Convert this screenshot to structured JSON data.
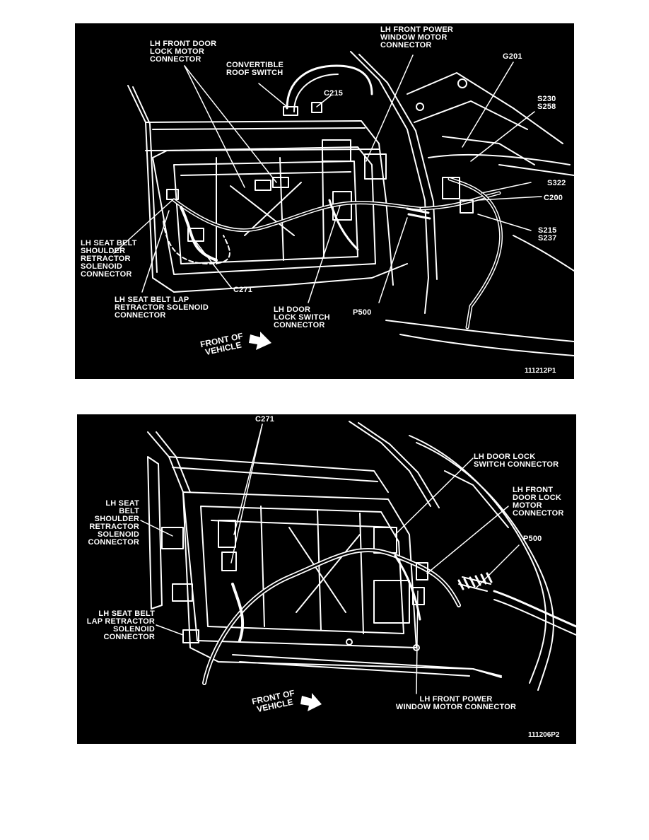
{
  "figures": [
    {
      "id": "111212P1",
      "labels": {
        "lh_front_door_lock_motor": "LH FRONT DOOR\nLOCK MOTOR\nCONNECTOR",
        "convertible_roof_switch": "CONVERTIBLE\nROOF SWITCH",
        "c215": "C215",
        "lh_front_power_window": "LH FRONT POWER\nWINDOW MOTOR\nCONNECTOR",
        "g201": "G201",
        "s230_s258": "S230\nS258",
        "s322": "S322",
        "c200": "C200",
        "s215_s237": "S215\nS237",
        "lh_seat_belt_shoulder": "LH SEAT BELT\nSHOULDER\nRETRACTOR\nSOLENOID\nCONNECTOR",
        "c271": "C271",
        "lh_seat_belt_lap": "LH SEAT BELT LAP\nRETRACTOR SOLENOID\nCONNECTOR",
        "lh_door_lock_switch": "LH DOOR\nLOCK SWITCH\nCONNECTOR",
        "p500": "P500",
        "front_of_vehicle": "FRONT OF\nVEHICLE"
      }
    },
    {
      "id": "111206P2",
      "labels": {
        "c271": "C271",
        "lh_door_lock_switch": "LH DOOR LOCK\nSWITCH CONNECTOR",
        "lh_front_door_lock_motor": "LH FRONT\nDOOR LOCK\nMOTOR\nCONNECTOR",
        "lh_seat_belt_shoulder": "LH SEAT\nBELT\nSHOULDER\nRETRACTOR\nSOLENOID\nCONNECTOR",
        "p500": "P500",
        "lh_seat_belt_lap": "LH SEAT BELT\nLAP RETRACTOR\nSOLENOID\nCONNECTOR",
        "front_of_vehicle": "FRONT OF\nVEHICLE",
        "lh_front_power_window": "LH FRONT POWER\nWINDOW MOTOR CONNECTOR"
      }
    }
  ]
}
